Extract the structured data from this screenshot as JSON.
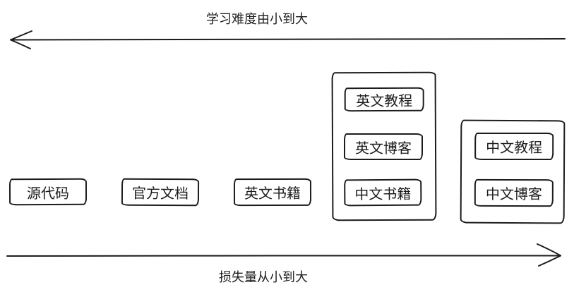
{
  "diagram": {
    "background_color": "#ffffff",
    "ink_color": "#1c1c1c",
    "top_axis": {
      "label": "学习难度由小到大",
      "arrow_direction": "left"
    },
    "bottom_axis": {
      "label": "损失量从小到大",
      "arrow_direction": "right"
    },
    "nodes": [
      {
        "label": "源代码"
      },
      {
        "label": "官方文档"
      },
      {
        "label": "英文书籍"
      }
    ],
    "groups": [
      {
        "items": [
          {
            "label": "英文教程"
          },
          {
            "label": "英文博客"
          },
          {
            "label": "中文书籍"
          }
        ]
      },
      {
        "items": [
          {
            "label": "中文教程"
          },
          {
            "label": "中文博客"
          }
        ]
      }
    ]
  }
}
